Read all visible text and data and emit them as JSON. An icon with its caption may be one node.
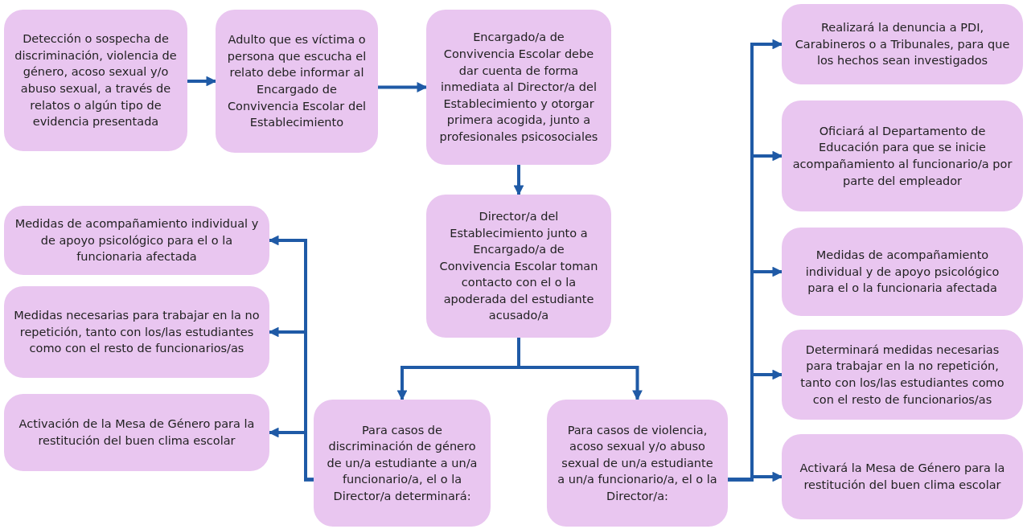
{
  "diagram": {
    "nodes": [
      {
        "text": [
          "Detección o sospecha de discriminación, violencia de género, acoso sexual y/o abuso sexual, a través de relatos o algún tipo de evidencia presentada"
        ]
      },
      {
        "text": [
          "Adulto que es víctima o persona que escucha el relato debe informar al Encargado de Convivencia Escolar del Establecimiento"
        ]
      },
      {
        "text": [
          "Encargado/a de Convivencia Escolar debe dar cuenta de forma inmediata al Director/a del Establecimiento y otorgar primera acogida, junto a profesionales psicosociales"
        ]
      },
      {
        "text": [
          "Director/a del Establecimiento junto a Encargado/a de Convivencia Escolar toman contacto con el o la apoderada del estudiante acusado/a"
        ]
      },
      {
        "text": [
          "Medidas de acompañamiento individual y de apoyo psicológico para el o la funcionaria afectada"
        ]
      },
      {
        "text": [
          "Medidas necesarias para trabajar en la no repetición, tanto con los/las estudiantes como con el resto de funcionarios/as"
        ]
      },
      {
        "text": [
          "Activación de la Mesa de Género para la restitución del buen clima escolar"
        ]
      },
      {
        "text": [
          "Para casos de discriminación de género de un/a estudiante a un/a funcionario/a, el o la Director/a determinará:"
        ]
      },
      {
        "text": [
          "Para casos de violencia, acoso sexual y/o abuso sexual de un/a estudiante a un/a funcionario/a, el o la Director/a:"
        ]
      },
      {
        "text": [
          "Realizará la denuncia a PDI, Carabineros o a Tribunales, para que los hechos sean investigados"
        ]
      },
      {
        "text": [
          "Oficiará al Departamento de Educación para que se inicie acompañamiento al funcionario/a por parte del empleador"
        ]
      },
      {
        "text": [
          "Medidas de acompañamiento individual y de apoyo psicológico para el o la funcionaria afectada"
        ]
      },
      {
        "text": [
          "Determinará medidas necesarias para trabajar en la no repetición, tanto con los/las estudiantes como con el resto de funcionarios/as"
        ]
      },
      {
        "text": [
          "Activará la Mesa de Género para la restitución del buen clima escolar"
        ]
      }
    ],
    "edges": [
      {
        "from": 0,
        "to": 1,
        "arrow": "to"
      },
      {
        "from": 1,
        "to": 2,
        "arrow": "to"
      },
      {
        "from": 2,
        "to": 3,
        "arrow": "to"
      },
      {
        "from": 3,
        "to": 7,
        "arrow": "to"
      },
      {
        "from": 3,
        "to": 8,
        "arrow": "to"
      },
      {
        "from": 7,
        "to": 4,
        "arrow": "to"
      },
      {
        "from": 7,
        "to": 5,
        "arrow": "to"
      },
      {
        "from": 7,
        "to": 6,
        "arrow": "to"
      },
      {
        "from": 8,
        "to": 9,
        "arrow": "to"
      },
      {
        "from": 8,
        "to": 10,
        "arrow": "to"
      },
      {
        "from": 8,
        "to": 11,
        "arrow": "to"
      },
      {
        "from": 8,
        "to": 12,
        "arrow": "to"
      },
      {
        "from": 8,
        "to": 13,
        "arrow": "to"
      }
    ]
  }
}
